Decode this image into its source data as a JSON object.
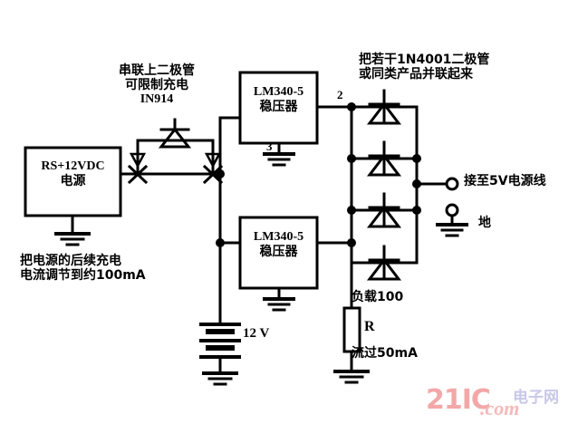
{
  "diagram": {
    "title_watermark": {
      "brand": "21IC",
      "domain": ".com",
      "suffix": "电子网"
    },
    "blocks": {
      "power_supply": {
        "line1": "RS+12VDC",
        "line2": "电源"
      },
      "regulator_top": {
        "line1": "LM340-5",
        "line2": "稳压器"
      },
      "regulator_bottom": {
        "line1": "LM340-5",
        "line2": "稳压器"
      }
    },
    "annotations": {
      "series_diode": {
        "line1": "串联上二极管",
        "line2": "可限制充电",
        "line3": "IN914"
      },
      "diode_array": {
        "line1": "把若干1N4001二极管",
        "line2": "或同类产品并联起来"
      },
      "charge_current": {
        "line1": "把电源的后续充电",
        "line2": "电流调节到约100mA"
      },
      "output_5v": "接至5V电源线",
      "ground_terminal": "地",
      "battery": "12 V",
      "load": {
        "line1": "负载100",
        "ref": "R",
        "line2": "流过50mA"
      }
    },
    "pins": {
      "regulator_top_out": "2",
      "regulator_top_gnd": "3"
    },
    "colors": {
      "ink": "#000000",
      "background": "#ffffff",
      "watermark_red": "#f3a8a8",
      "watermark_blue": "#c8c8e8"
    }
  }
}
